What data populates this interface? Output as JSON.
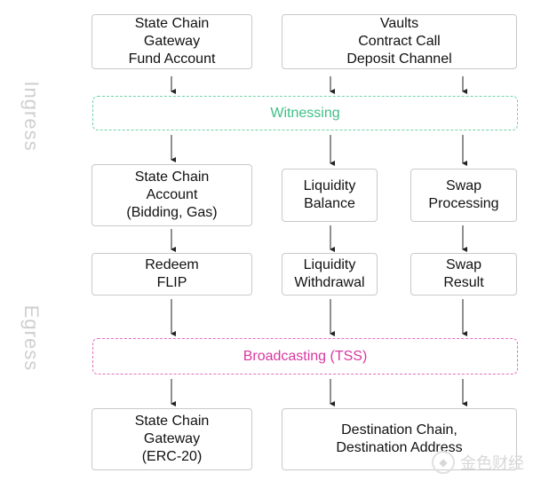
{
  "side_labels": {
    "ingress": "Ingress",
    "egress": "Egress"
  },
  "bands": {
    "witnessing": "Witnessing",
    "broadcasting": "Broadcasting (TSS)"
  },
  "boxes": {
    "state_chain_gateway_fund": "State Chain\nGateway\nFund Account",
    "vaults": "Vaults\nContract Call\nDeposit Channel",
    "state_chain_account": "State Chain\nAccount\n(Bidding, Gas)",
    "liquidity_balance": "Liquidity\nBalance",
    "swap_processing": "Swap\nProcessing",
    "redeem_flip": "Redeem\nFLIP",
    "liquidity_withdrawal": "Liquidity\nWithdrawal",
    "swap_result": "Swap\nResult",
    "state_chain_gateway_erc20": "State Chain\nGateway\n(ERC-20)",
    "destination": "Destination Chain,\nDestination Address"
  },
  "colors": {
    "witnessing": "#6fd4a6",
    "broadcasting": "#e26fbd",
    "box_border": "#c9c9c9",
    "side_label": "#cfcfcf"
  },
  "watermark": {
    "text": "金色财经",
    "icon": "coin-logo-icon"
  }
}
